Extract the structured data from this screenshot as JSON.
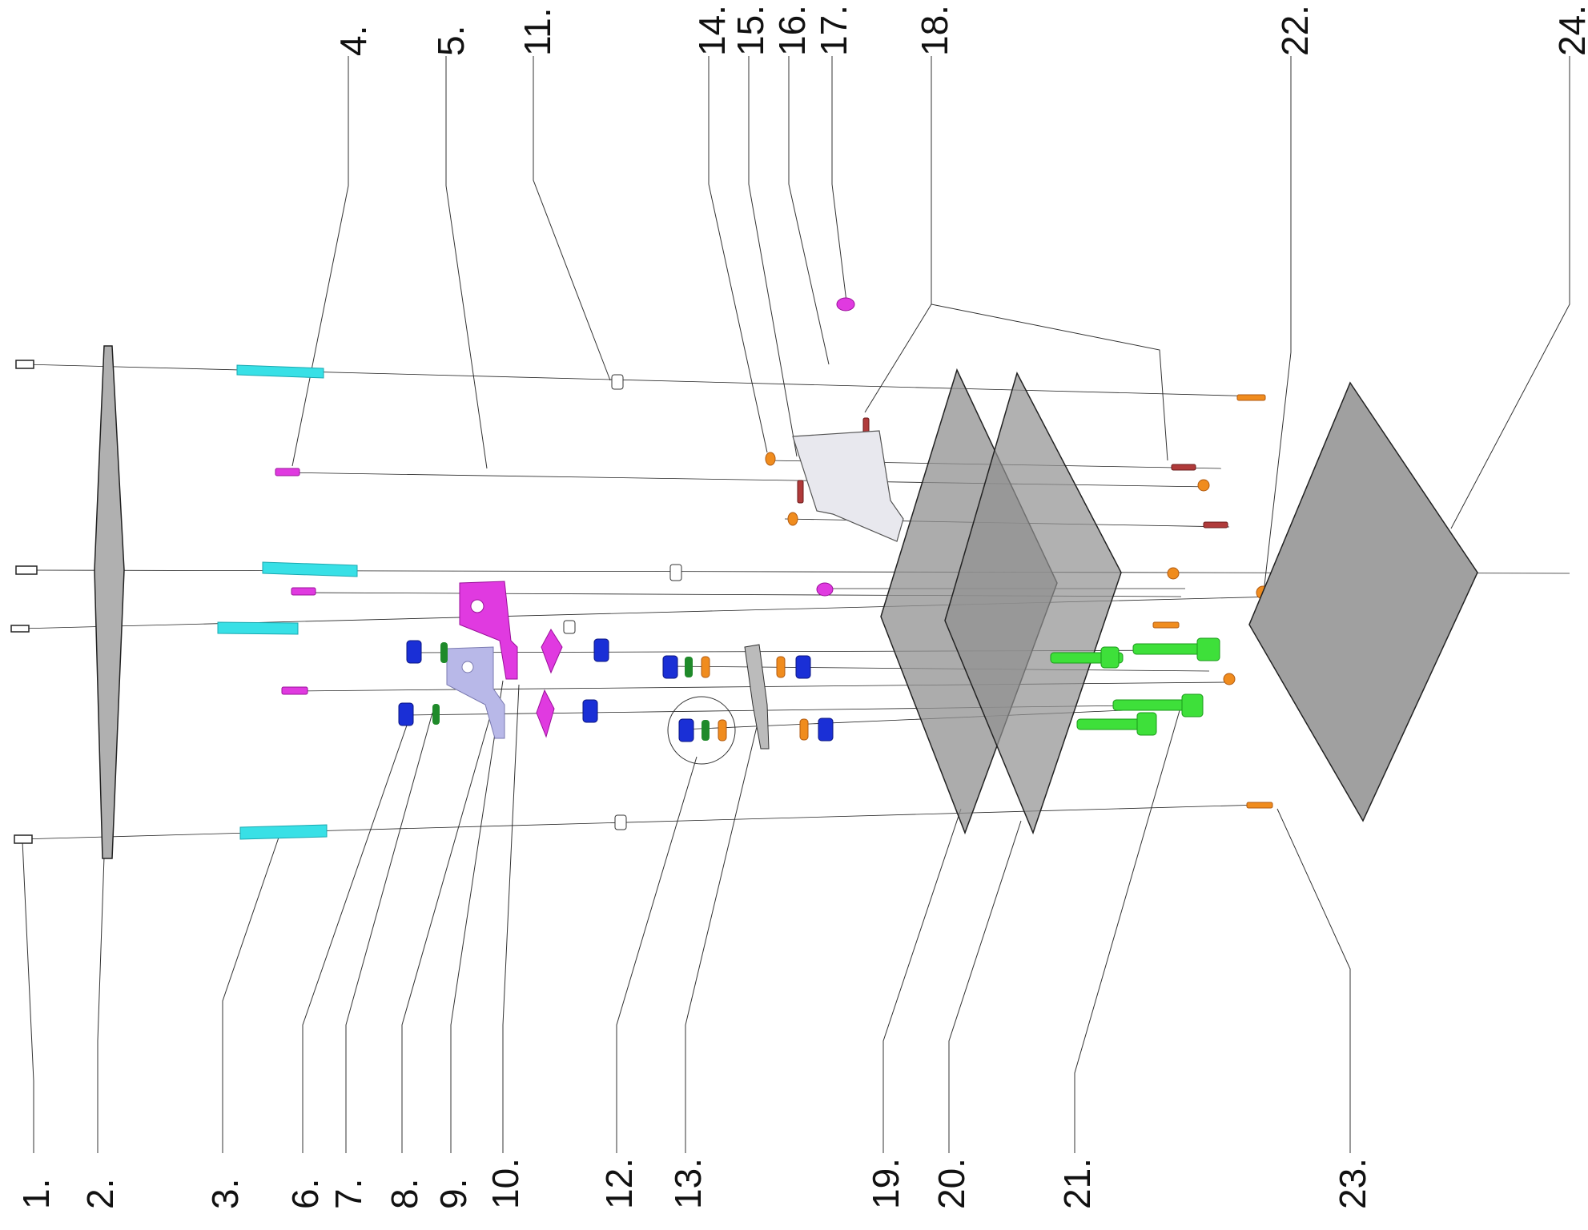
{
  "labels_top": [
    "4.",
    "5.",
    "11.",
    "14.",
    "15.",
    "16.",
    "17.",
    "18.",
    "22.",
    "24."
  ],
  "labels_bottom": [
    "1.",
    "2.",
    "3.",
    "6.",
    "7.",
    "8.",
    "9.",
    "10.",
    "12.",
    "13.",
    "19.",
    "20.",
    "21.",
    "23."
  ],
  "colors": {
    "cyan_standoff": "#38e0e6",
    "magenta_part": "#e03ae0",
    "blue_nut": "#1a2fd6",
    "green_washer": "#1f8a2a",
    "orange_part": "#f08c1e",
    "green_bolt": "#3ee03a",
    "red_screw": "#b03a3a",
    "plate_gray": "#a0a0a0",
    "lavender_bracket": "#b8b8e8"
  }
}
